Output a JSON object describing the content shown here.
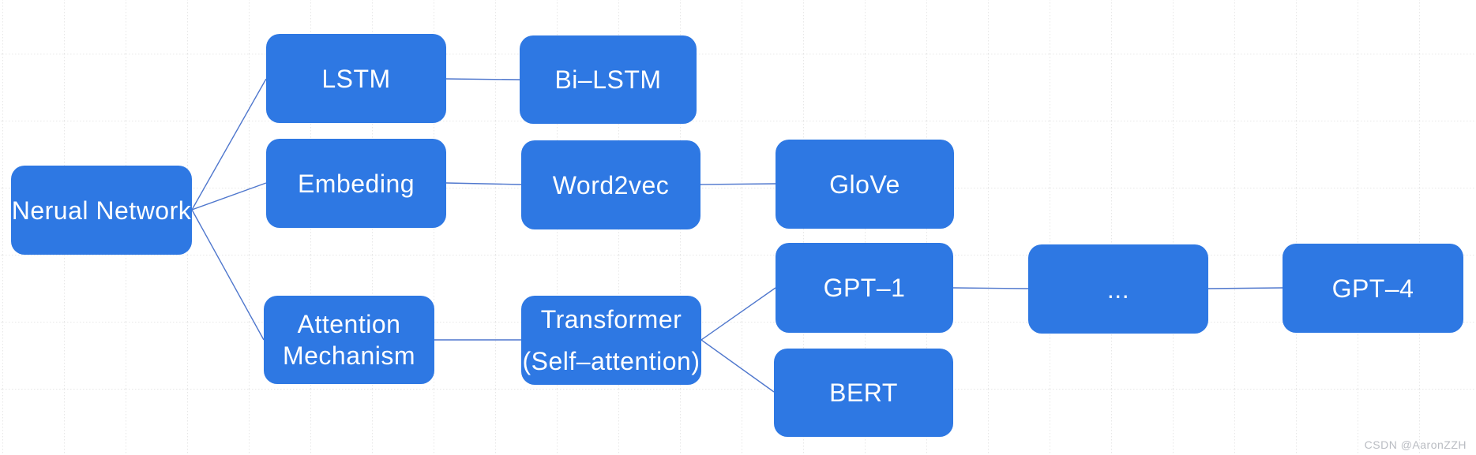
{
  "diagram": {
    "title_node": "Nerual Network",
    "nodes": {
      "root": {
        "label": "Nerual Network"
      },
      "lstm": {
        "label": "LSTM"
      },
      "bilstm": {
        "label": "Bi–LSTM"
      },
      "embeding": {
        "label": "Embeding"
      },
      "word2vec": {
        "label": "Word2vec"
      },
      "glove": {
        "label": "GloVe"
      },
      "attention": {
        "label": "Attention Mechanism"
      },
      "transformer": {
        "line1": "Transformer",
        "line2": "(Self–attention)"
      },
      "gpt1": {
        "label": "GPT–1"
      },
      "bert": {
        "label": "BERT"
      },
      "dots": {
        "label": "..."
      },
      "gpt4": {
        "label": "GPT–4"
      }
    },
    "edges": [
      {
        "from": "root",
        "to": "lstm"
      },
      {
        "from": "root",
        "to": "embeding"
      },
      {
        "from": "root",
        "to": "attention"
      },
      {
        "from": "lstm",
        "to": "bilstm"
      },
      {
        "from": "embeding",
        "to": "word2vec"
      },
      {
        "from": "word2vec",
        "to": "glove"
      },
      {
        "from": "attention",
        "to": "transformer"
      },
      {
        "from": "transformer",
        "to": "gpt1"
      },
      {
        "from": "transformer",
        "to": "bert"
      },
      {
        "from": "gpt1",
        "to": "dots"
      },
      {
        "from": "dots",
        "to": "gpt4"
      }
    ],
    "colors": {
      "node_fill": "#2e78e3",
      "node_text": "#ffffff",
      "edge": "#4f77cd",
      "grid": "#e7e7e7",
      "background": "#ffffff",
      "watermark": "#b9bcc2"
    }
  },
  "watermark": {
    "text": "CSDN @AaronZZH"
  }
}
